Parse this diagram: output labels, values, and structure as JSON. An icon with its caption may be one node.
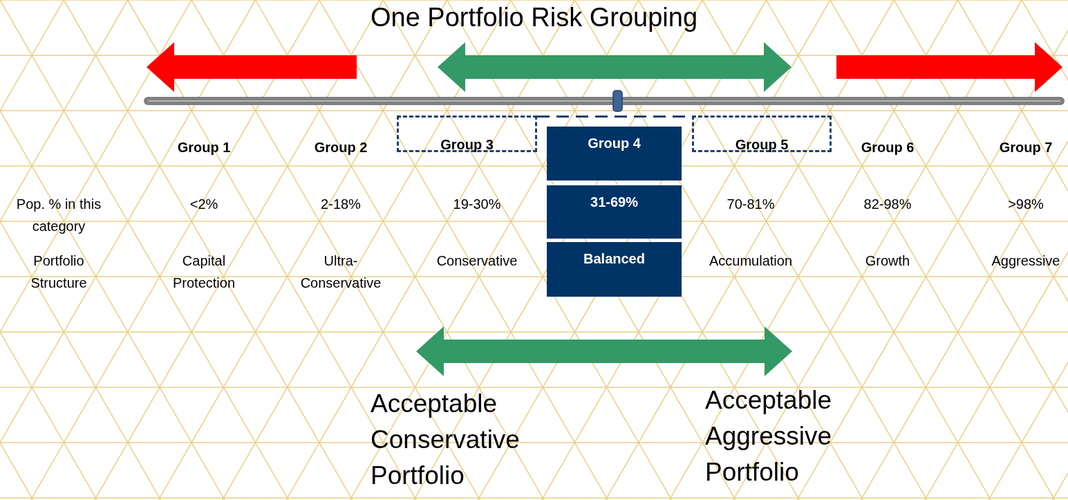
{
  "diagram": {
    "title": "One Portfolio Risk Grouping",
    "nodes": [
      {
        "text": [
          "Group 3"
        ]
      },
      {
        "text": [
          "Group 5"
        ]
      },
      {
        "text": [
          "Group 4"
        ]
      },
      {
        "text": [
          "31-69%"
        ]
      },
      {
        "text": [
          "Balanced"
        ]
      }
    ],
    "edges": [],
    "labels": [
      "Group 1",
      "Group 2",
      "Group 6",
      "Group 7",
      "Pop. % in this category",
      "<2%",
      "2-18%",
      "19-30%",
      "70-81%",
      "82-98%",
      ">98%",
      "Portfolio Structure",
      "Capital Protection",
      "Ultra- Conservative",
      "Conservative",
      "Accumulation",
      "Growth",
      "Aggressive",
      "Acceptable Conservative Portfolio",
      "Acceptable Aggressive Portfolio"
    ]
  }
}
